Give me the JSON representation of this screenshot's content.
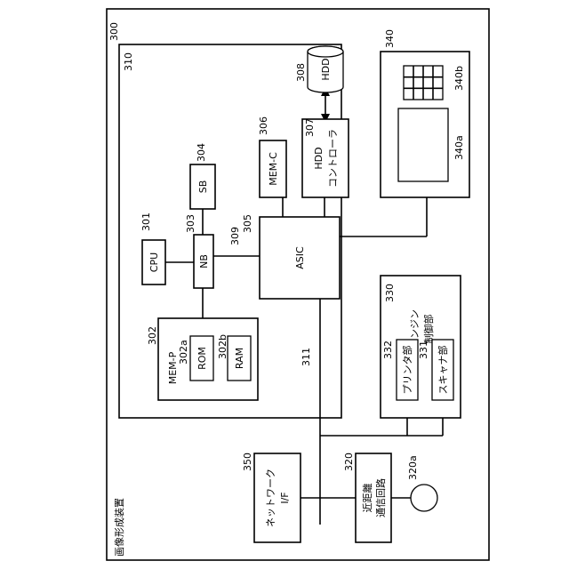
{
  "title": "画像形成装置",
  "labels": {
    "apparatus_ref": "300",
    "controller_ref": "310",
    "cpu": "CPU",
    "cpu_ref": "301",
    "nb": "NB",
    "nb_ref": "303",
    "sb": "SB",
    "sb_ref": "304",
    "asic": "ASIC",
    "asic_ref": "305",
    "mem_c": "MEM-C",
    "mem_c_ref": "306",
    "hdd_ctrl_line1": "HDD",
    "hdd_ctrl_line2": "コントローラ",
    "hdd_ctrl_ref": "307",
    "hdd": "HDD",
    "hdd_ref": "308",
    "agp_ref": "309",
    "mem_p": "MEM-P",
    "mem_p_ref": "302",
    "rom": "ROM",
    "rom_ref": "302a",
    "ram": "RAM",
    "ram_ref": "302b",
    "bus_ref": "311",
    "panel_ref": "340",
    "keys_ref": "340b",
    "display_ref": "340a",
    "engine_line1": "エンジン",
    "engine_line2": "制御部",
    "engine_ref": "330",
    "printer": "プリンタ部",
    "printer_ref": "332",
    "scanner": "スキャナ部",
    "scanner_ref": "331",
    "network_line1": "ネットワーク",
    "network_line2": "I/F",
    "network_ref": "350",
    "nfc_line1": "近距離",
    "nfc_line2": "通信回路",
    "nfc_ref": "320",
    "antenna_ref": "320a"
  }
}
